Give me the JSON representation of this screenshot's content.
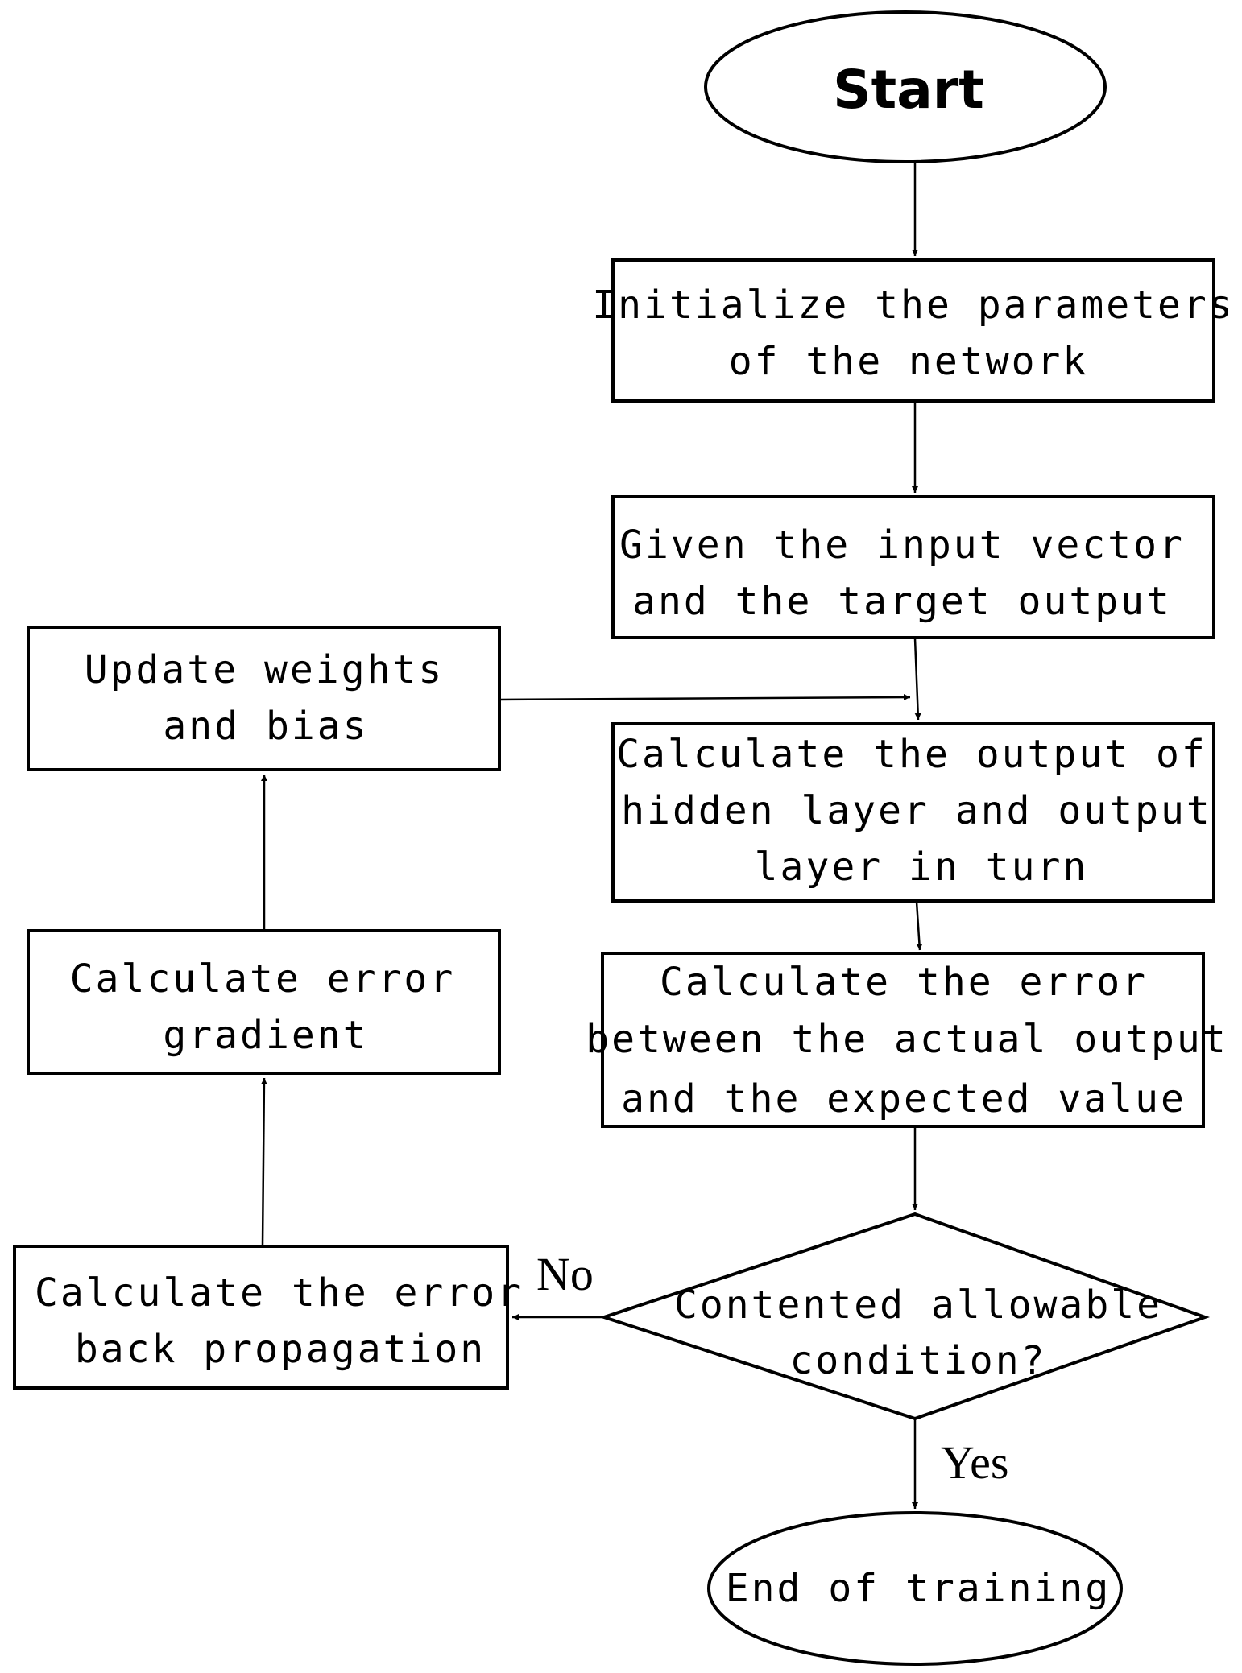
{
  "flowchart": {
    "start": {
      "label": "Start"
    },
    "init": {
      "line1": "Initialize the parameters",
      "line2": "of the network"
    },
    "given": {
      "line1": "Given the input vector",
      "line2": "and the target output"
    },
    "calc_output": {
      "line1": "Calculate the output of",
      "line2": "hidden layer and output",
      "line3": "layer in turn"
    },
    "calc_error": {
      "line1": "Calculate the error",
      "line2": "between the actual output",
      "line3": "and the expected value"
    },
    "decision": {
      "line1": "Contented allowable",
      "line2": "condition?"
    },
    "backprop": {
      "line1": "Calculate the error",
      "line2": "back propagation"
    },
    "gradient": {
      "line1": "Calculate error",
      "line2": "gradient"
    },
    "update": {
      "line1": "Update weights",
      "line2": "and bias"
    },
    "end": {
      "label": "End of training"
    },
    "edge_labels": {
      "no": "No",
      "yes": "Yes"
    }
  }
}
